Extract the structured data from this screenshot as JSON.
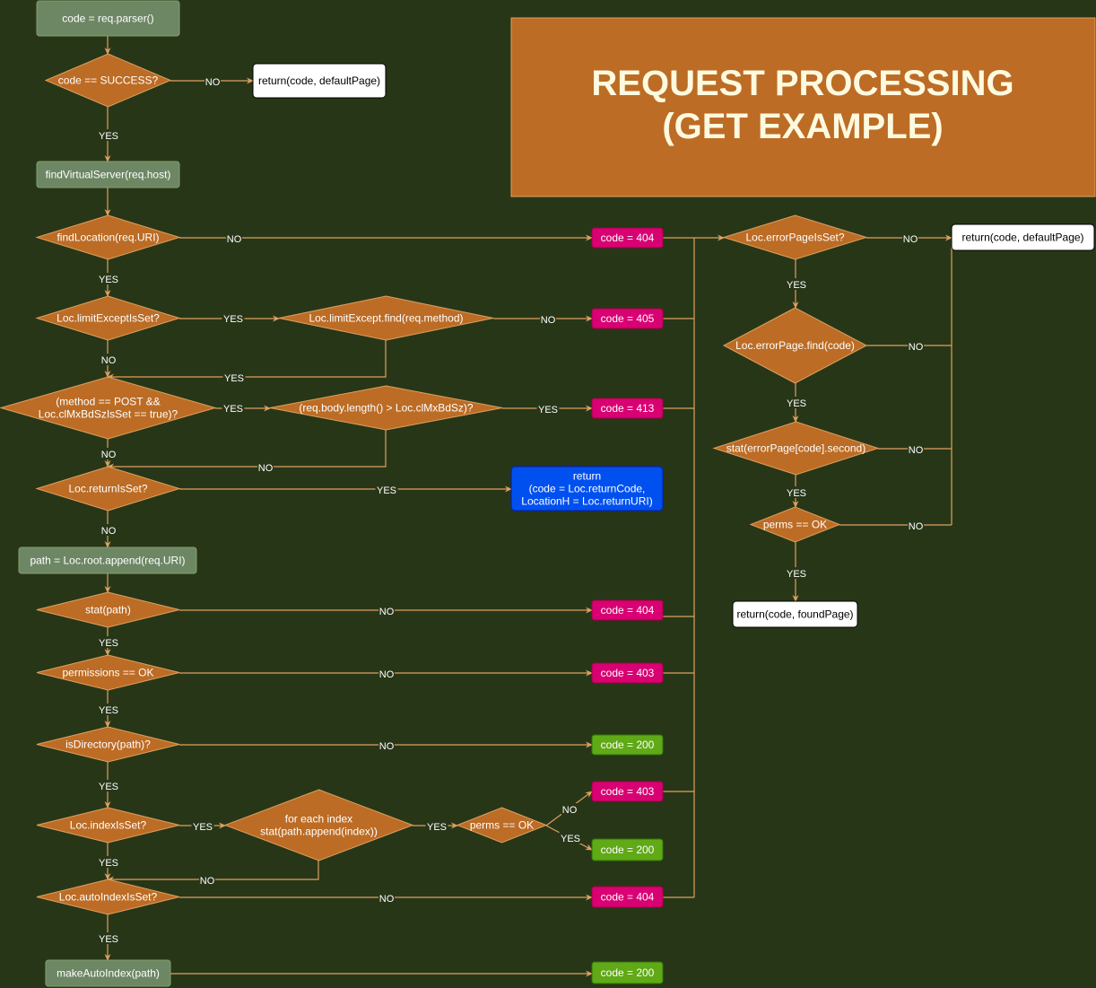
{
  "title": {
    "line1": "REQUEST PROCESSING",
    "line2": "(GET EXAMPLE)"
  },
  "colors": {
    "background": "#283618",
    "process": "#6d8764",
    "decision": "#bc6c25",
    "edge": "#dda15e",
    "code_error": "#d80073",
    "code_success": "#60a917",
    "return_special": "#0050ef",
    "terminal": "#ffffff"
  },
  "nodes": {
    "parser": "code = req.parser()",
    "success_check": "code == SUCCESS?",
    "return_default_1": "return(code, defaultPage)",
    "find_vserver": "findVirtualServer(req.host)",
    "find_location": "findLocation(req.URI)",
    "code_404_a": "code = 404",
    "limit_except_set": "Loc.limitExceptIsSet?",
    "limit_except_find": "Loc.limitExcept.find(req.method)",
    "code_405": "code = 405",
    "post_check": [
      "(method == POST &&",
      "Loc.clMxBdSzIsSet == true)?"
    ],
    "body_length": "(req.body.length() > Loc.clMxBdSz)?",
    "code_413": "code = 413",
    "return_set": "Loc.returnIsSet?",
    "return_special": [
      "return",
      "(code = Loc.returnCode,",
      "LocationH = Loc.returnURI)"
    ],
    "path_root": "path = Loc.root.append(req.URI)",
    "stat_path": "stat(path)",
    "code_404_b": "code = 404",
    "permissions": "permissions == OK",
    "code_403_a": "code = 403",
    "is_directory": "isDirectory(path)?",
    "code_200_a": "code = 200",
    "index_set": "Loc.indexIsSet?",
    "for_each_index": [
      "for each index",
      "stat(path.append(index))"
    ],
    "perms_ok_index": "perms == OK",
    "code_403_b": "code = 403",
    "code_200_b": "code = 200",
    "autoindex_set": "Loc.autoIndexIsSet?",
    "code_404_c": "code = 404",
    "make_autoindex": "makeAutoIndex(path)",
    "code_200_c": "code = 200",
    "error_page_set": "Loc.errorPageIsSet?",
    "return_default_2": "return(code, defaultPage)",
    "error_page_find": "Loc.errorPage.find(code)",
    "stat_error_page": "stat(errorPage[code].second)",
    "perms_ok_error": "perms == OK",
    "return_found": "return(code, foundPage)"
  },
  "labels": {
    "yes": "YES",
    "no": "NO"
  }
}
